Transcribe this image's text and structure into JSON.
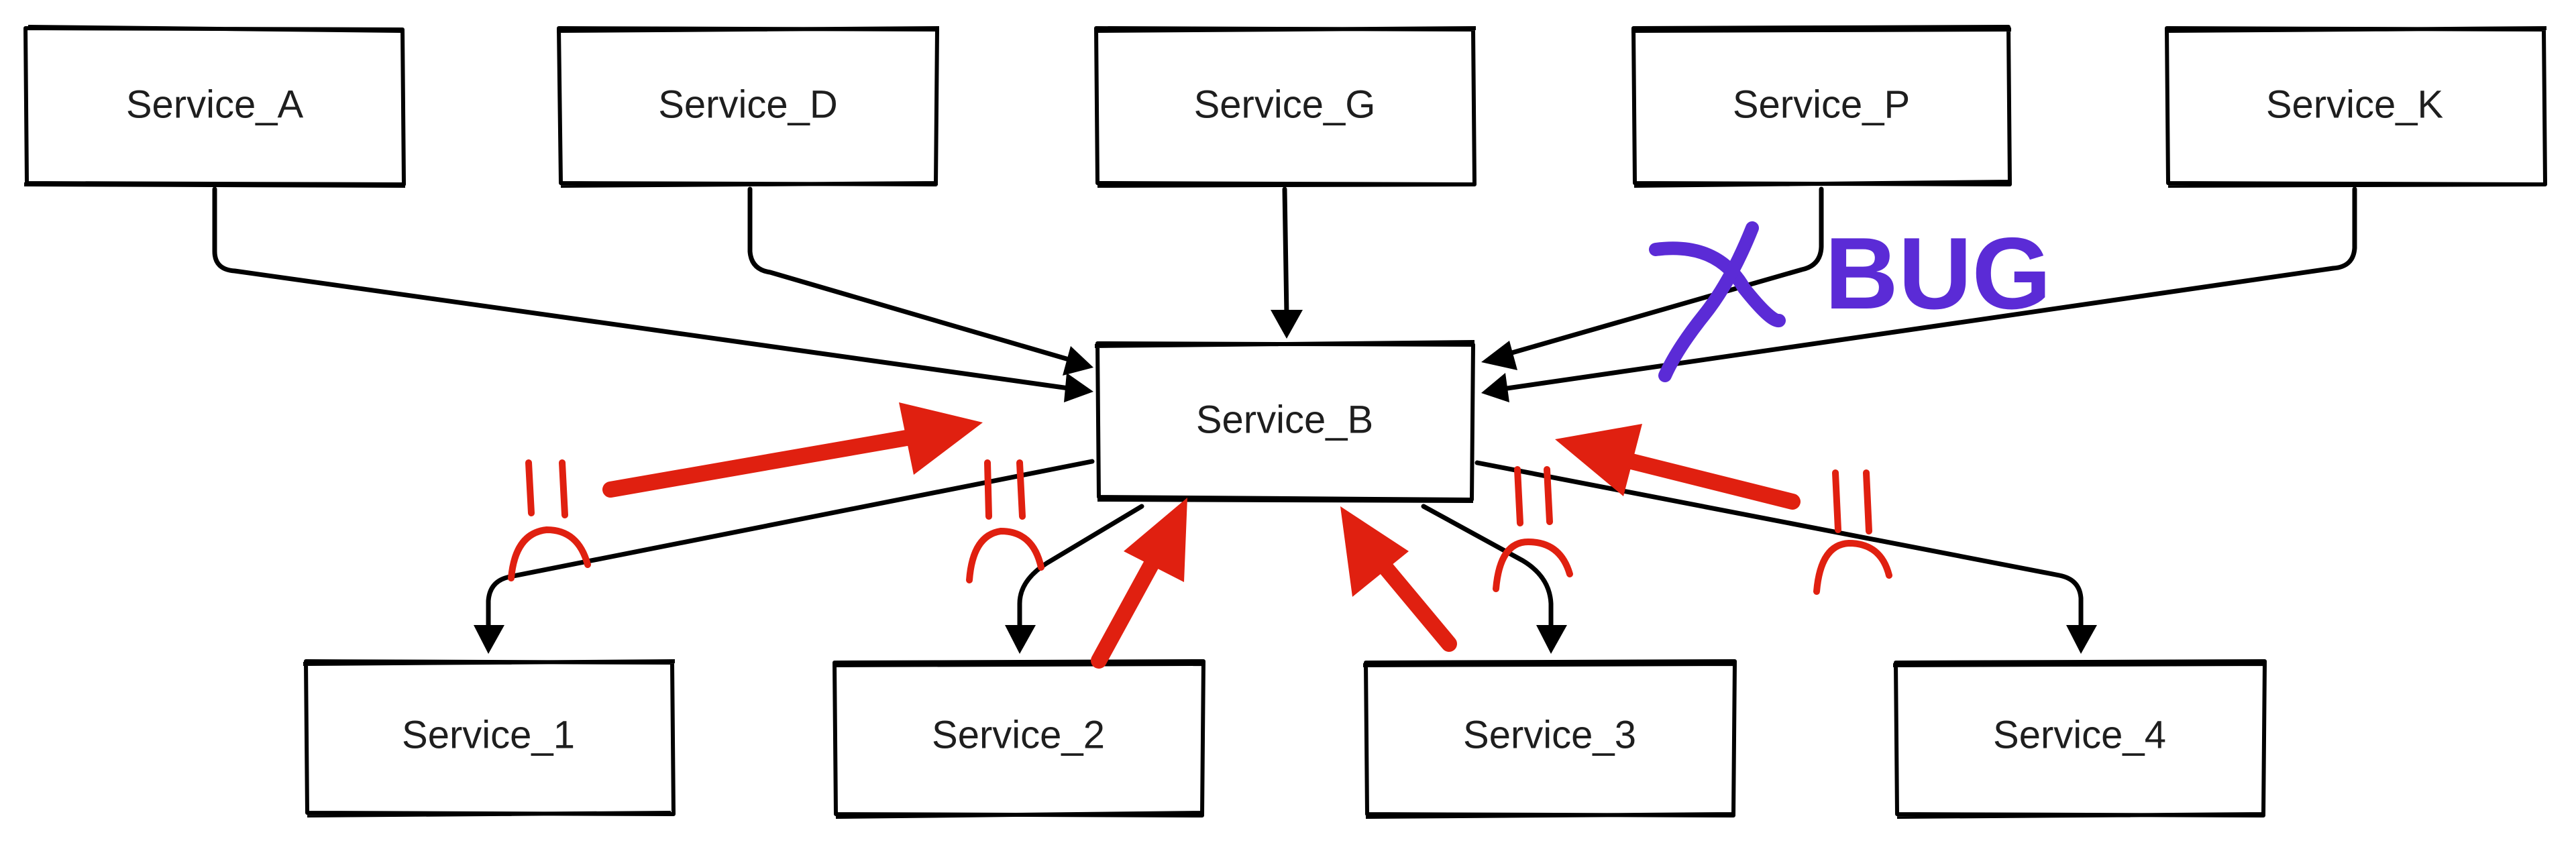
{
  "nodes": {
    "service_a": "Service_A",
    "service_d": "Service_D",
    "service_g": "Service_G",
    "service_p": "Service_P",
    "service_k": "Service_K",
    "service_b": "Service_B",
    "service_1": "Service_1",
    "service_2": "Service_2",
    "service_3": "Service_3",
    "service_4": "Service_4"
  },
  "annotations": {
    "bug_label": "BUG"
  },
  "colors": {
    "box_stroke": "#000000",
    "text": "#1e1e1e",
    "warning_red": "#e02010",
    "bug_purple": "#5b2bd6"
  },
  "edges": [
    {
      "from": "Service_A",
      "to": "Service_B"
    },
    {
      "from": "Service_D",
      "to": "Service_B"
    },
    {
      "from": "Service_G",
      "to": "Service_B"
    },
    {
      "from": "Service_P",
      "to": "Service_B"
    },
    {
      "from": "Service_K",
      "to": "Service_B"
    },
    {
      "from": "Service_B",
      "to": "Service_1"
    },
    {
      "from": "Service_B",
      "to": "Service_2"
    },
    {
      "from": "Service_B",
      "to": "Service_3"
    },
    {
      "from": "Service_B",
      "to": "Service_4"
    }
  ]
}
